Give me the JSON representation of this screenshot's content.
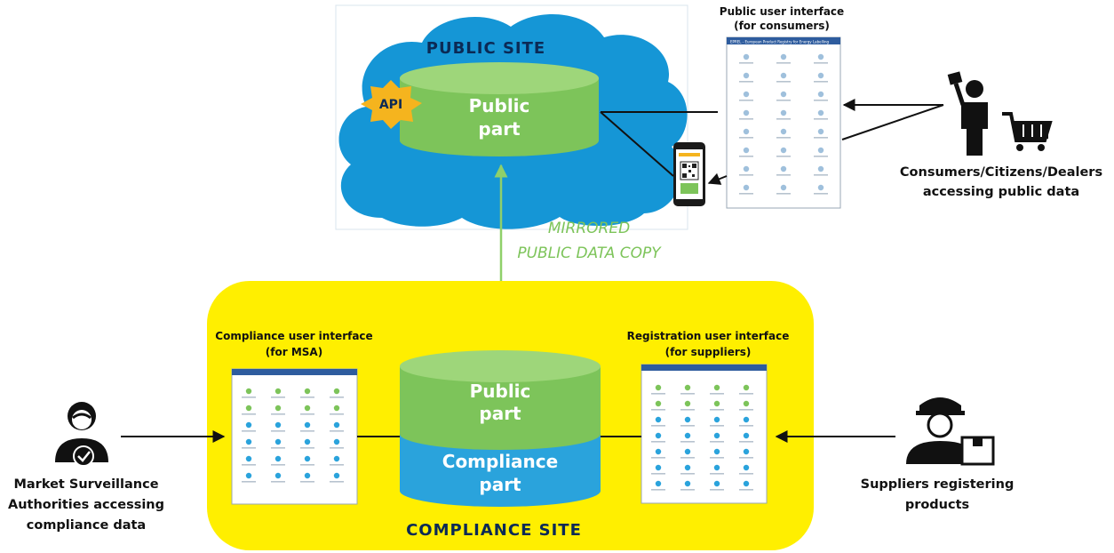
{
  "public_site": {
    "title": "PUBLIC SITE",
    "api_badge": "API",
    "db_line1": "Public",
    "db_line2": "part"
  },
  "mirror_label": {
    "line1": "MIRRORED",
    "line2": "PUBLIC DATA COPY"
  },
  "public_ui": {
    "line1": "Public user interface",
    "line2": "(for consumers)",
    "header_text": "EPREL - European Product Registry for Energy Labelling"
  },
  "consumers": {
    "line1": "Consumers/Citizens/Dealers",
    "line2": "accessing public data"
  },
  "compliance_site": {
    "title": "COMPLIANCE SITE",
    "db_top_line1": "Public",
    "db_top_line2": "part",
    "db_bottom_line1": "Compliance",
    "db_bottom_line2": "part"
  },
  "compliance_ui": {
    "line1": "Compliance user interface",
    "line2": "(for MSA)"
  },
  "registration_ui": {
    "line1": "Registration user interface",
    "line2": "(for suppliers)"
  },
  "msa": {
    "line1": "Market Surveillance",
    "line2": "Authorities accessing",
    "line3": "compliance data"
  },
  "suppliers": {
    "line1": "Suppliers registering",
    "line2": "products"
  },
  "colors": {
    "cloud": "#1596d6",
    "compliance_bg": "#ffef00",
    "green_db": "#7dc45a",
    "blue_db": "#2aa3dc",
    "api_star": "#f5b41e",
    "mirror_arrow": "#8fd06a"
  }
}
